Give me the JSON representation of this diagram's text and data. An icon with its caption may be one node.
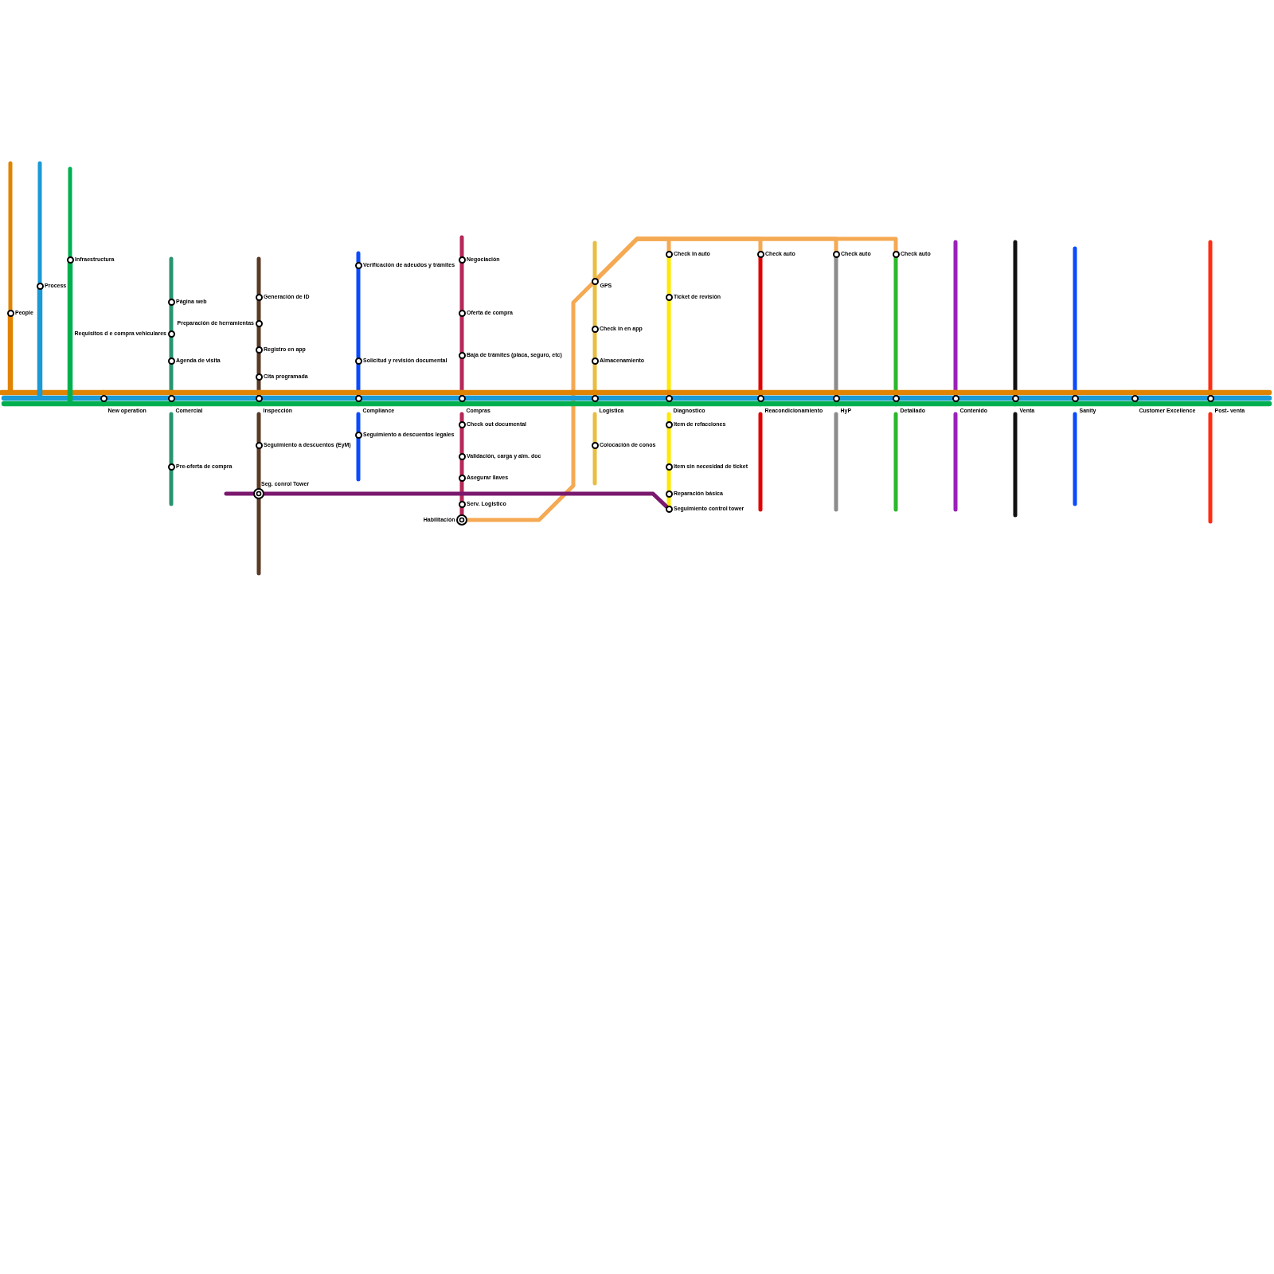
{
  "diagram": {
    "nodes": [
      {
        "text": [
          "People"
        ]
      },
      {
        "text": [
          "Process"
        ]
      },
      {
        "text": [
          "Infraestructura"
        ]
      },
      {
        "text": [
          "New operation"
        ]
      },
      {
        "text": [
          "Página web"
        ]
      },
      {
        "text": [
          "Requisitos d e compra vehiculares"
        ]
      },
      {
        "text": [
          "Agenda de visita"
        ]
      },
      {
        "text": [
          "Comercial"
        ]
      },
      {
        "text": [
          "Pre-oferta de compra"
        ]
      },
      {
        "text": [
          "Generación de ID"
        ]
      },
      {
        "text": [
          "Preparación de herramientas"
        ]
      },
      {
        "text": [
          "Registro en app"
        ]
      },
      {
        "text": [
          "Cita programada"
        ]
      },
      {
        "text": [
          "Inspección"
        ]
      },
      {
        "text": [
          "Seguimiento a descuentos (EyM)"
        ]
      },
      {
        "text": [
          "Seg. conrol Tower"
        ]
      },
      {
        "text": [
          "Verificación de adeudos y trámites"
        ]
      },
      {
        "text": [
          "Solicitud y revisión documental"
        ]
      },
      {
        "text": [
          "Compliance"
        ]
      },
      {
        "text": [
          "Seguimiento a descuentos legales"
        ]
      },
      {
        "text": [
          "Negociación"
        ]
      },
      {
        "text": [
          "Oferta de compra"
        ]
      },
      {
        "text": [
          "Baja de trámites (placa, seguro, etc)"
        ]
      },
      {
        "text": [
          "Compras"
        ]
      },
      {
        "text": [
          "Check out documental"
        ]
      },
      {
        "text": [
          "Validación, carga y alm. doc"
        ]
      },
      {
        "text": [
          "Asegurar llaves"
        ]
      },
      {
        "text": [
          "Serv. Logistico"
        ]
      },
      {
        "text": [
          "Habilitación"
        ]
      },
      {
        "text": [
          "GPS"
        ]
      },
      {
        "text": [
          "Check in en app"
        ]
      },
      {
        "text": [
          "Almacenamiento"
        ]
      },
      {
        "text": [
          "Logistica"
        ]
      },
      {
        "text": [
          "Colocación de conos"
        ]
      },
      {
        "text": [
          "Check in auto"
        ]
      },
      {
        "text": [
          "Ticket de revisión"
        ]
      },
      {
        "text": [
          "Diagnostico"
        ]
      },
      {
        "text": [
          "Item de refacciones"
        ]
      },
      {
        "text": [
          "Item sin necesidad de ticket"
        ]
      },
      {
        "text": [
          "Reparación básica"
        ]
      },
      {
        "text": [
          "Seguimiento control tower"
        ]
      },
      {
        "text": [
          "Check auto"
        ]
      },
      {
        "text": [
          "Reacondicionamiento"
        ]
      },
      {
        "text": [
          "Check auto"
        ]
      },
      {
        "text": [
          "HyP"
        ]
      },
      {
        "text": [
          "Check auto"
        ]
      },
      {
        "text": [
          "Detallado"
        ]
      },
      {
        "text": [
          "Contenido"
        ]
      },
      {
        "text": [
          "Venta"
        ]
      },
      {
        "text": [
          "Sanity"
        ]
      },
      {
        "text": [
          "Customer Excellence"
        ]
      },
      {
        "text": [
          "Post- venta"
        ]
      }
    ],
    "edges": [
      {
        "from": null,
        "to": 0,
        "arrow": "none",
        "color": "#e08300"
      },
      {
        "from": null,
        "to": 1,
        "arrow": "none",
        "color": "#1a9ad6"
      },
      {
        "from": null,
        "to": 2,
        "arrow": "none",
        "color": "#00b050"
      },
      {
        "from": 0,
        "to": 3,
        "arrow": "none",
        "color": "#e08300"
      },
      {
        "from": 1,
        "to": 3,
        "arrow": "none",
        "color": "#1a9ad6"
      },
      {
        "from": 2,
        "to": 3,
        "arrow": "none",
        "color": "#00b050"
      },
      {
        "from": 3,
        "to": 7,
        "arrow": "none",
        "color": "#e08300"
      },
      {
        "from": 3,
        "to": 7,
        "arrow": "none",
        "color": "#1a9ad6"
      },
      {
        "from": 3,
        "to": 7,
        "arrow": "none",
        "color": "#00b050"
      },
      {
        "from": 7,
        "to": 13,
        "arrow": "none",
        "color": "#e08300"
      },
      {
        "from": 7,
        "to": 13,
        "arrow": "none",
        "color": "#1a9ad6"
      },
      {
        "from": 7,
        "to": 13,
        "arrow": "none",
        "color": "#00b050"
      },
      {
        "from": 13,
        "to": 18,
        "arrow": "none",
        "color": "#e08300"
      },
      {
        "from": 13,
        "to": 18,
        "arrow": "none",
        "color": "#1a9ad6"
      },
      {
        "from": 13,
        "to": 18,
        "arrow": "none",
        "color": "#00b050"
      },
      {
        "from": 18,
        "to": 23,
        "arrow": "none",
        "color": "#e08300"
      },
      {
        "from": 18,
        "to": 23,
        "arrow": "none",
        "color": "#1a9ad6"
      },
      {
        "from": 18,
        "to": 23,
        "arrow": "none",
        "color": "#00b050"
      },
      {
        "from": 23,
        "to": 32,
        "arrow": "none",
        "color": "#e08300"
      },
      {
        "from": 23,
        "to": 32,
        "arrow": "none",
        "color": "#1a9ad6"
      },
      {
        "from": 23,
        "to": 32,
        "arrow": "none",
        "color": "#00b050"
      },
      {
        "from": 32,
        "to": 36,
        "arrow": "none",
        "color": "#e08300"
      },
      {
        "from": 32,
        "to": 36,
        "arrow": "none",
        "color": "#1a9ad6"
      },
      {
        "from": 32,
        "to": 36,
        "arrow": "none",
        "color": "#00b050"
      },
      {
        "from": 36,
        "to": 42,
        "arrow": "none",
        "color": "#e08300"
      },
      {
        "from": 36,
        "to": 42,
        "arrow": "none",
        "color": "#1a9ad6"
      },
      {
        "from": 36,
        "to": 42,
        "arrow": "none",
        "color": "#00b050"
      },
      {
        "from": 42,
        "to": 44,
        "arrow": "none",
        "color": "#e08300"
      },
      {
        "from": 42,
        "to": 44,
        "arrow": "none",
        "color": "#1a9ad6"
      },
      {
        "from": 42,
        "to": 44,
        "arrow": "none",
        "color": "#00b050"
      },
      {
        "from": 44,
        "to": 46,
        "arrow": "none",
        "color": "#e08300"
      },
      {
        "from": 44,
        "to": 46,
        "arrow": "none",
        "color": "#1a9ad6"
      },
      {
        "from": 44,
        "to": 46,
        "arrow": "none",
        "color": "#00b050"
      },
      {
        "from": 46,
        "to": 47,
        "arrow": "none",
        "color": "#e08300"
      },
      {
        "from": 46,
        "to": 47,
        "arrow": "none",
        "color": "#1a9ad6"
      },
      {
        "from": 46,
        "to": 47,
        "arrow": "none",
        "color": "#00b050"
      },
      {
        "from": 47,
        "to": 48,
        "arrow": "none",
        "color": "#e08300"
      },
      {
        "from": 47,
        "to": 48,
        "arrow": "none",
        "color": "#1a9ad6"
      },
      {
        "from": 47,
        "to": 48,
        "arrow": "none",
        "color": "#00b050"
      },
      {
        "from": 48,
        "to": 49,
        "arrow": "none",
        "color": "#e08300"
      },
      {
        "from": 48,
        "to": 49,
        "arrow": "none",
        "color": "#1a9ad6"
      },
      {
        "from": 48,
        "to": 49,
        "arrow": "none",
        "color": "#00b050"
      },
      {
        "from": 49,
        "to": 50,
        "arrow": "none",
        "color": "#e08300"
      },
      {
        "from": 49,
        "to": 50,
        "arrow": "none",
        "color": "#1a9ad6"
      },
      {
        "from": 49,
        "to": 50,
        "arrow": "none",
        "color": "#00b050"
      },
      {
        "from": 50,
        "to": 51,
        "arrow": "none",
        "color": "#e08300"
      },
      {
        "from": 50,
        "to": 51,
        "arrow": "none",
        "color": "#1a9ad6"
      },
      {
        "from": 50,
        "to": 51,
        "arrow": "none",
        "color": "#00b050"
      },
      {
        "from": 51,
        "to": null,
        "arrow": "none",
        "color": "#e08300"
      },
      {
        "from": 51,
        "to": null,
        "arrow": "none",
        "color": "#1a9ad6"
      },
      {
        "from": 51,
        "to": null,
        "arrow": "none",
        "color": "#00b050"
      },
      {
        "from": null,
        "to": 4,
        "arrow": "none",
        "color": "#2a9470"
      },
      {
        "from": 4,
        "to": 5,
        "arrow": "none",
        "color": "#2a9470"
      },
      {
        "from": 5,
        "to": 6,
        "arrow": "none",
        "color": "#2a9470"
      },
      {
        "from": 6,
        "to": 7,
        "arrow": "none",
        "color": "#2a9470"
      },
      {
        "from": 7,
        "to": 8,
        "arrow": "none",
        "color": "#2a9470"
      },
      {
        "from": 8,
        "to": null,
        "arrow": "none",
        "color": "#2a9470"
      },
      {
        "from": null,
        "to": 9,
        "arrow": "none",
        "color": "#5b3a26"
      },
      {
        "from": 9,
        "to": 10,
        "arrow": "none",
        "color": "#5b3a26"
      },
      {
        "from": 10,
        "to": 11,
        "arrow": "none",
        "color": "#5b3a26"
      },
      {
        "from": 11,
        "to": 12,
        "arrow": "none",
        "color": "#5b3a26"
      },
      {
        "from": 12,
        "to": 13,
        "arrow": "none",
        "color": "#5b3a26"
      },
      {
        "from": 13,
        "to": 14,
        "arrow": "none",
        "color": "#5b3a26"
      },
      {
        "from": 14,
        "to": 15,
        "arrow": "none",
        "color": "#5b3a26"
      },
      {
        "from": 15,
        "to": null,
        "arrow": "none",
        "color": "#5b3a26"
      },
      {
        "from": null,
        "to": 16,
        "arrow": "none",
        "color": "#0a4bff"
      },
      {
        "from": 16,
        "to": 17,
        "arrow": "none",
        "color": "#0a4bff"
      },
      {
        "from": 17,
        "to": 18,
        "arrow": "none",
        "color": "#0a4bff"
      },
      {
        "from": 18,
        "to": 19,
        "arrow": "none",
        "color": "#0a4bff"
      },
      {
        "from": 19,
        "to": null,
        "arrow": "none",
        "color": "#0a4bff"
      },
      {
        "from": null,
        "to": 20,
        "arrow": "none",
        "color": "#b5285a"
      },
      {
        "from": 20,
        "to": 21,
        "arrow": "none",
        "color": "#b5285a"
      },
      {
        "from": 21,
        "to": 22,
        "arrow": "none",
        "color": "#b5285a"
      },
      {
        "from": 22,
        "to": 23,
        "arrow": "none",
        "color": "#b5285a"
      },
      {
        "from": 23,
        "to": 24,
        "arrow": "none",
        "color": "#b5285a"
      },
      {
        "from": 24,
        "to": 25,
        "arrow": "none",
        "color": "#b5285a"
      },
      {
        "from": 25,
        "to": 26,
        "arrow": "none",
        "color": "#b5285a"
      },
      {
        "from": 26,
        "to": 27,
        "arrow": "none",
        "color": "#b5285a"
      },
      {
        "from": 27,
        "to": 28,
        "arrow": "none",
        "color": "#b5285a"
      },
      {
        "from": 28,
        "to": 29,
        "arrow": "none",
        "color": "#f5a953"
      },
      {
        "from": 29,
        "to": 34,
        "arrow": "none",
        "color": "#f5a953"
      },
      {
        "from": 29,
        "to": 41,
        "arrow": "none",
        "color": "#f5a953"
      },
      {
        "from": 29,
        "to": 43,
        "arrow": "none",
        "color": "#f5a953"
      },
      {
        "from": 29,
        "to": 45,
        "arrow": "none",
        "color": "#f5a953"
      },
      {
        "from": null,
        "to": 29,
        "arrow": "none",
        "color": "#e9be40"
      },
      {
        "from": 29,
        "to": 30,
        "arrow": "none",
        "color": "#e9be40"
      },
      {
        "from": 30,
        "to": 31,
        "arrow": "none",
        "color": "#e9be40"
      },
      {
        "from": 31,
        "to": 32,
        "arrow": "none",
        "color": "#e9be40"
      },
      {
        "from": 32,
        "to": 33,
        "arrow": "none",
        "color": "#e9be40"
      },
      {
        "from": 33,
        "to": null,
        "arrow": "none",
        "color": "#e9be40"
      },
      {
        "from": 34,
        "to": 35,
        "arrow": "none",
        "color": "#ffe900"
      },
      {
        "from": 35,
        "to": 36,
        "arrow": "none",
        "color": "#ffe900"
      },
      {
        "from": 36,
        "to": 37,
        "arrow": "none",
        "color": "#ffe900"
      },
      {
        "from": 37,
        "to": 38,
        "arrow": "none",
        "color": "#ffe900"
      },
      {
        "from": 38,
        "to": 39,
        "arrow": "none",
        "color": "#ffe900"
      },
      {
        "from": 39,
        "to": 40,
        "arrow": "none",
        "color": "#ffe900"
      },
      {
        "from": 41,
        "to": 42,
        "arrow": "none",
        "color": "#e00000"
      },
      {
        "from": 42,
        "to": null,
        "arrow": "none",
        "color": "#e00000"
      },
      {
        "from": 43,
        "to": 44,
        "arrow": "none",
        "color": "#8c8c8c"
      },
      {
        "from": 44,
        "to": null,
        "arrow": "none",
        "color": "#8c8c8c"
      },
      {
        "from": 45,
        "to": 46,
        "arrow": "none",
        "color": "#2bb82b"
      },
      {
        "from": 46,
        "to": null,
        "arrow": "none",
        "color": "#2bb82b"
      },
      {
        "from": null,
        "to": 47,
        "arrow": "none",
        "color": "#9b22b8"
      },
      {
        "from": 47,
        "to": null,
        "arrow": "none",
        "color": "#9b22b8"
      },
      {
        "from": null,
        "to": 48,
        "arrow": "none",
        "color": "#111111"
      },
      {
        "from": 48,
        "to": null,
        "arrow": "none",
        "color": "#111111"
      },
      {
        "from": null,
        "to": 49,
        "arrow": "none",
        "color": "#0a4bff"
      },
      {
        "from": 49,
        "to": null,
        "arrow": "none",
        "color": "#0a4bff"
      },
      {
        "from": null,
        "to": 51,
        "arrow": "none",
        "color": "#ff2d12"
      },
      {
        "from": 51,
        "to": null,
        "arrow": "none",
        "color": "#ff2d12"
      },
      {
        "from": null,
        "to": 15,
        "arrow": "none",
        "color": "#7a186e"
      },
      {
        "from": 15,
        "to": 40,
        "arrow": "none",
        "color": "#7a186e"
      }
    ]
  }
}
